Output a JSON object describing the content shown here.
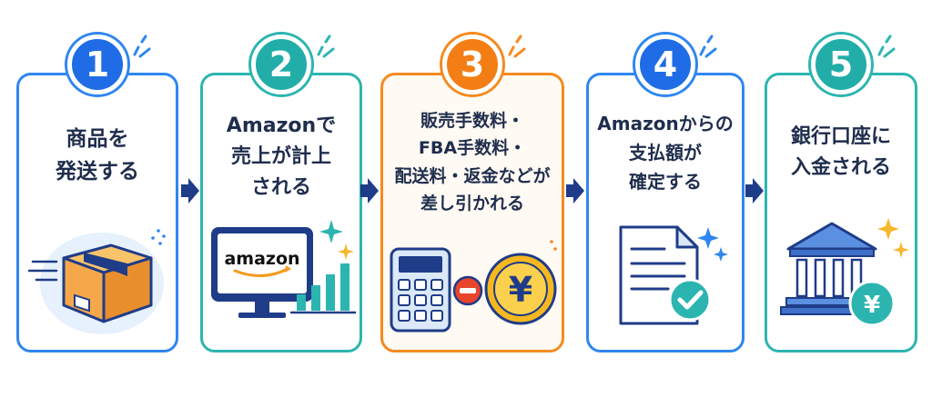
{
  "steps": [
    {
      "number": "1",
      "lines": [
        "商品を",
        "発送する"
      ],
      "accent": "#1f6ce6",
      "icon": "package-icon"
    },
    {
      "number": "2",
      "lines": [
        "Amazonで",
        "売上が計上",
        "される"
      ],
      "accent": "#22ada8",
      "icon": "computer-chart-icon",
      "screen_text": "amazon"
    },
    {
      "number": "3",
      "lines": [
        "販売手数料・",
        "FBA手数料・",
        "配送料・返金などが",
        "差し引かれる"
      ],
      "accent": "#f47e16",
      "icon": "calculator-minus-yen-icon",
      "coin_text": "¥"
    },
    {
      "number": "4",
      "lines": [
        "Amazonからの",
        "支払額が",
        "確定する"
      ],
      "accent": "#1f6ce6",
      "icon": "document-check-icon"
    },
    {
      "number": "5",
      "lines": [
        "銀行口座に",
        "入金される"
      ],
      "accent": "#22ada8",
      "icon": "bank-yen-icon",
      "coin_text": "¥"
    }
  ],
  "colors": {
    "blue": "#2f86f0",
    "teal": "#2cb5b0",
    "orange": "#f58a1f",
    "navy": "#1f3c88",
    "text": "#1f2d4d"
  }
}
